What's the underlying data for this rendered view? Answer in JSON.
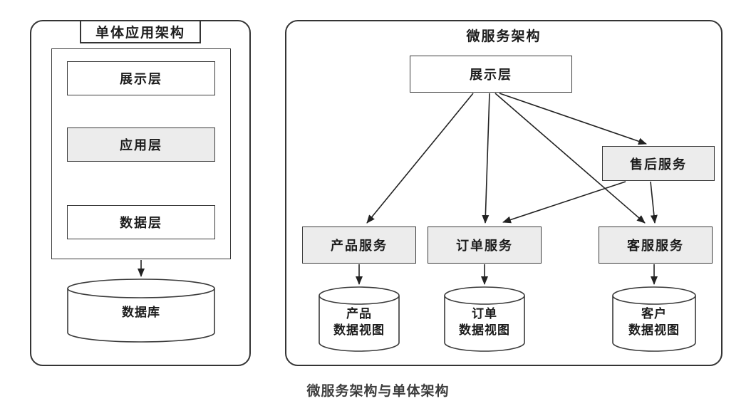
{
  "caption": "微服务架构与单体架构",
  "colors": {
    "border": "#343434",
    "shaded_box_fill": "#ececec",
    "box_fill": "#ffffff",
    "arrow": "#222222"
  },
  "monolith": {
    "title": "单体应用架构",
    "layers": [
      {
        "label": "展示层",
        "shaded": false
      },
      {
        "label": "应用层",
        "shaded": true
      },
      {
        "label": "数据层",
        "shaded": false
      }
    ],
    "database_label": "数据库"
  },
  "microservices": {
    "title": "微服务架构",
    "presentation_label": "展示层",
    "services": [
      {
        "label": "产品服务"
      },
      {
        "label": "订单服务"
      },
      {
        "label": "售后服务"
      },
      {
        "label": "客服服务"
      }
    ],
    "datastores": [
      {
        "line1": "产品",
        "line2": "数据视图"
      },
      {
        "line1": "订单",
        "line2": "数据视图"
      },
      {
        "line1": "客户",
        "line2": "数据视图"
      }
    ],
    "edges": [
      "展示层→产品服务",
      "展示层→订单服务",
      "展示层→售后服务",
      "展示层→客服服务",
      "售后服务→订单服务",
      "售后服务→客服服务",
      "产品服务→产品数据视图",
      "订单服务→订单数据视图",
      "客服服务→客户数据视图",
      "数据层→数据库"
    ]
  }
}
